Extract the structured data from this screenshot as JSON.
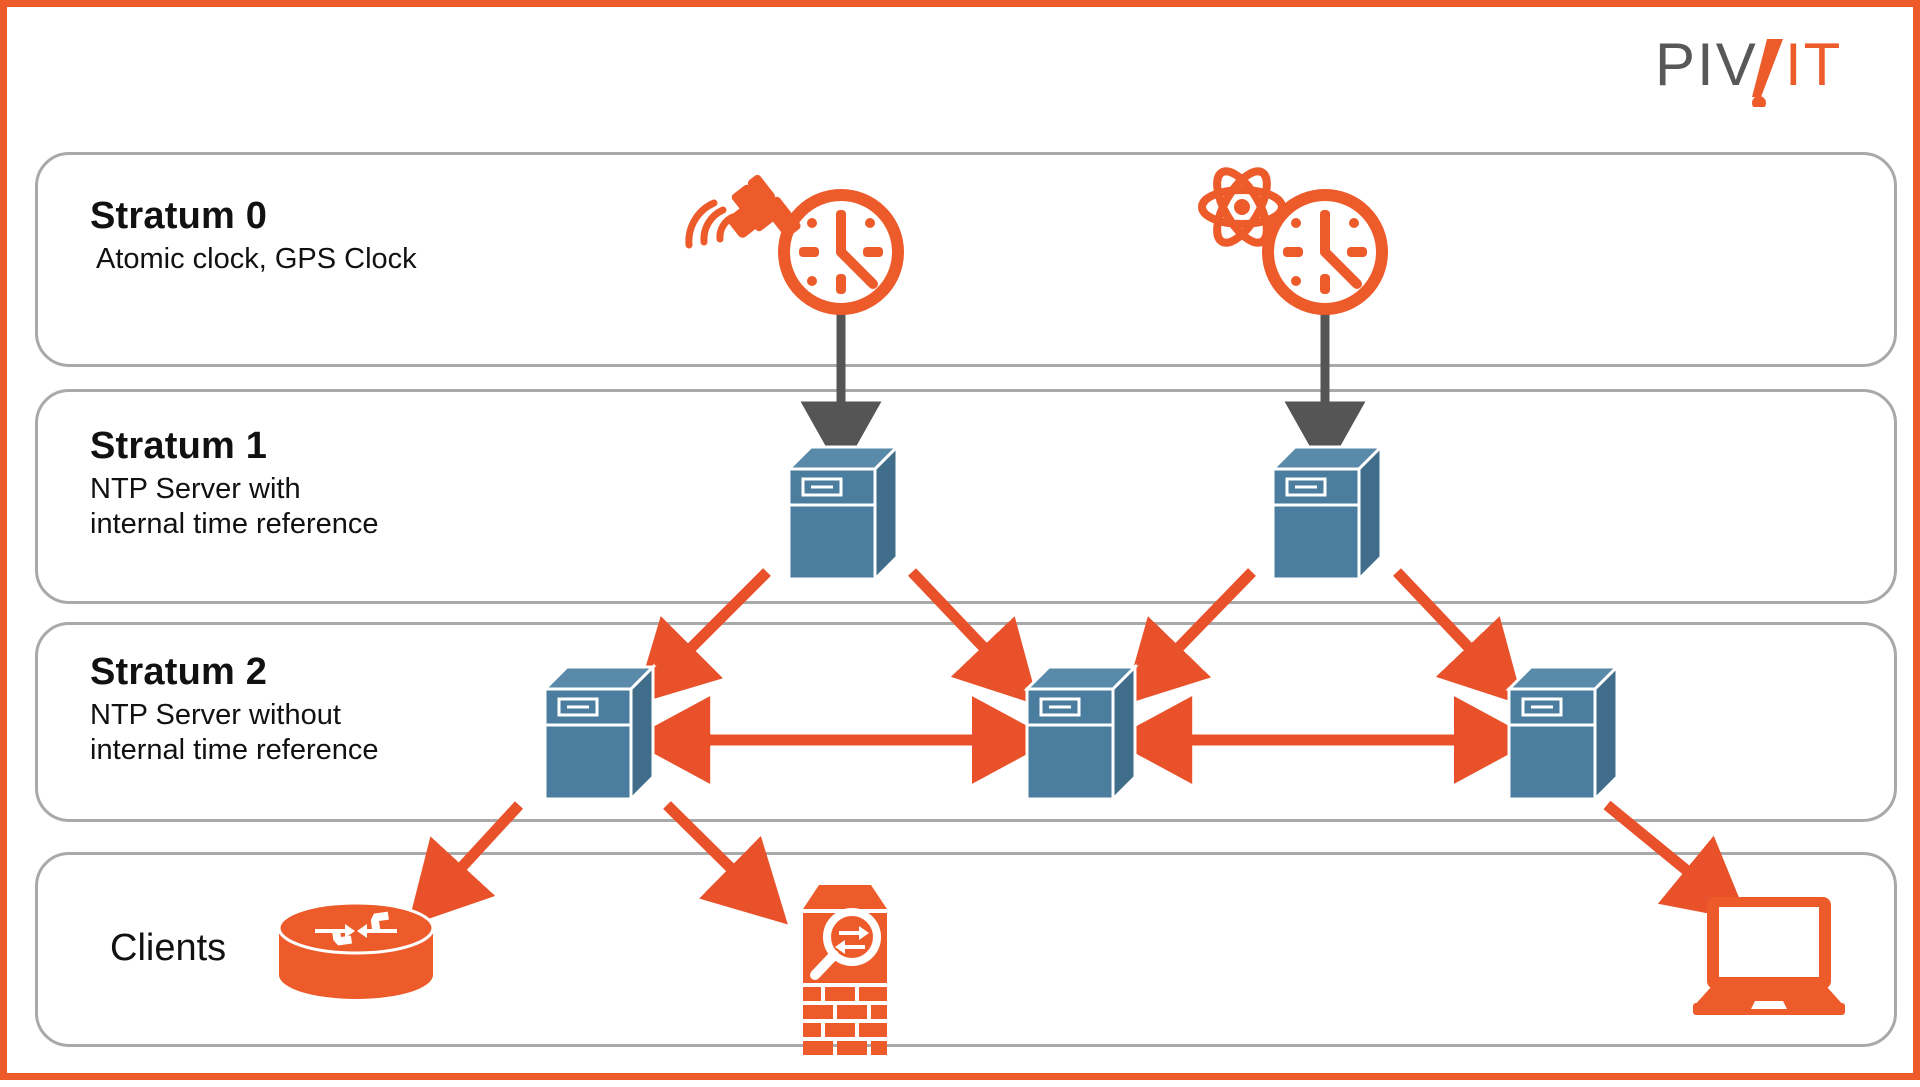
{
  "brand": {
    "logo_text_dark": "PIV",
    "logo_text_accent": "IT",
    "logo_name": "PIVIT",
    "accent_color": "#ee5b2b",
    "dark_color": "#58585b"
  },
  "colors": {
    "orange": "#ee5b2b",
    "orange_arrow": "#e8512a",
    "server_blue": "#4b7d9e",
    "server_blue_side": "#3f6d8a",
    "server_blue_top": "#5a8aa9",
    "gray_arrow": "#555555",
    "panel_border": "#a9a9a9",
    "text": "#111111"
  },
  "panels": [
    {
      "id": "stratum-0",
      "title": "Stratum 0",
      "subtitle_lines": [
        "Atomic clock, GPS Clock"
      ],
      "devices": [
        "gps-clock",
        "atomic-clock"
      ]
    },
    {
      "id": "stratum-1",
      "title": "Stratum 1",
      "subtitle_lines": [
        "NTP Server with",
        "internal time reference"
      ],
      "devices": [
        "ntp-server",
        "ntp-server"
      ]
    },
    {
      "id": "stratum-2",
      "title": "Stratum 2",
      "subtitle_lines": [
        "NTP Server without",
        "internal time reference"
      ],
      "devices": [
        "ntp-server",
        "ntp-server",
        "ntp-server"
      ]
    },
    {
      "id": "clients",
      "title": "Clients",
      "subtitle_lines": [],
      "devices": [
        "router",
        "firewall",
        "laptop"
      ]
    }
  ],
  "icons": {
    "gps_clock": "satellite-clock-icon",
    "atomic_clock": "atom-clock-icon",
    "server": "ntp-server-icon",
    "router": "router-icon",
    "firewall": "firewall-icon",
    "laptop": "laptop-icon"
  },
  "connections": {
    "stratum0_to_stratum1": [
      {
        "from": "gps-clock",
        "to": "ntp-server-1",
        "style": "gray-down-arrow"
      },
      {
        "from": "atomic-clock",
        "to": "ntp-server-2",
        "style": "gray-down-arrow"
      }
    ],
    "stratum1_to_stratum2": [
      {
        "from": "ntp-server-1",
        "to": "s2-server-1",
        "style": "orange-arrow"
      },
      {
        "from": "ntp-server-1",
        "to": "s2-server-2",
        "style": "orange-arrow"
      },
      {
        "from": "ntp-server-2",
        "to": "s2-server-2",
        "style": "orange-arrow"
      },
      {
        "from": "ntp-server-2",
        "to": "s2-server-3",
        "style": "orange-arrow"
      }
    ],
    "stratum2_peers": [
      {
        "from": "s2-server-1",
        "to": "s2-server-2",
        "style": "orange-double-arrow"
      },
      {
        "from": "s2-server-2",
        "to": "s2-server-3",
        "style": "orange-double-arrow"
      }
    ],
    "stratum2_to_clients": [
      {
        "from": "s2-server-1",
        "to": "router",
        "style": "orange-arrow"
      },
      {
        "from": "s2-server-1",
        "to": "firewall",
        "style": "orange-arrow"
      },
      {
        "from": "s2-server-3",
        "to": "laptop",
        "style": "orange-arrow"
      }
    ]
  },
  "clock_face": {
    "hour_hand": "12",
    "minute_hand": "25"
  }
}
